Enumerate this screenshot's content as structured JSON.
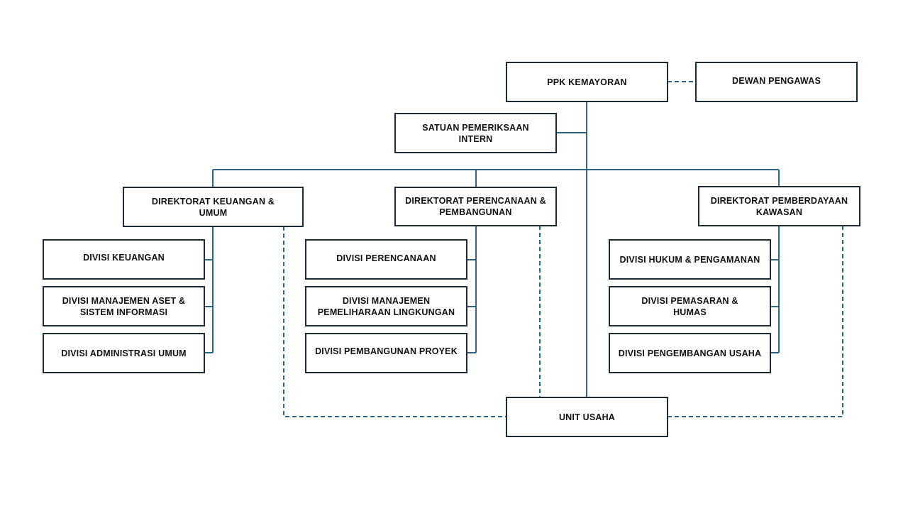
{
  "colors": {
    "line": "#2e6585",
    "border": "#1b2a33",
    "text": "#111111",
    "background": "#ffffff"
  },
  "org": {
    "ppk": "PPK KEMAYORAN",
    "dewan": "DEWAN PENGAWAS",
    "spi": "SATUAN PEMERIKSAAN INTERN",
    "dir_keuangan": "DIREKTORAT KEUANGAN & UMUM",
    "dir_perencanaan": "DIREKTORAT PERENCANAAN & PEMBANGUNAN",
    "dir_pemberdayaan": "DIREKTORAT PEMBERDAYAAN KAWASAN",
    "div_keuangan": "DIVISI KEUANGAN",
    "div_aset": "DIVISI MANAJEMEN ASET & SISTEM INFORMASI",
    "div_admin": "DIVISI ADMINISTRASI UMUM",
    "div_perencanaan": "DIVISI PERENCANAAN",
    "div_pemeliharaan": "DIVISI MANAJEMEN PEMELIHARAAN LINGKUNGAN",
    "div_pembangunan": "DIVISI PEMBANGUNAN PROYEK",
    "div_hukum": "DIVISI HUKUM & PENGAMANAN",
    "div_pemasaran": "DIVISI PEMASARAN & HUMAS",
    "div_pengembangan": "DIVISI PENGEMBANGAN USAHA",
    "unit_usaha": "UNIT USAHA"
  }
}
